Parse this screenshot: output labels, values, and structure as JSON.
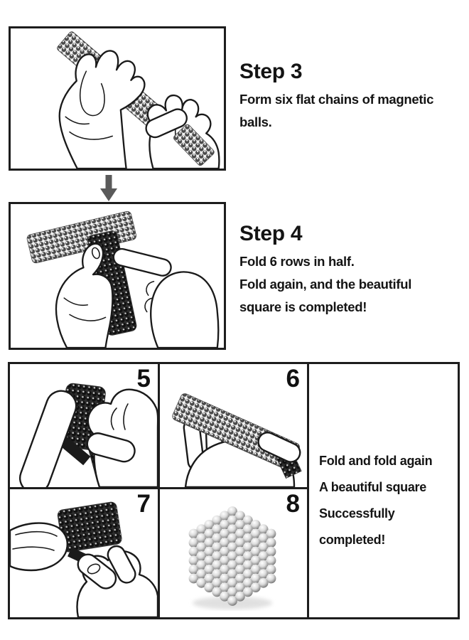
{
  "step3": {
    "title": "Step 3",
    "line1": "Form six flat chains of magnetic balls."
  },
  "step4": {
    "title": "Step 4",
    "line1": "Fold 6 rows in half.",
    "line2": "Fold again, and the beautiful",
    "line3": "square is completed!"
  },
  "panels": {
    "n5": "5",
    "n6": "6",
    "n7": "7",
    "n8": "8"
  },
  "caption": {
    "line1": "Fold and fold again",
    "line2": "A beautiful square",
    "line3": "Successfully completed!"
  },
  "colors": {
    "frame_border": "#1d1d1d",
    "arrow": "#5a5a5a",
    "text": "#141414",
    "ball_dark": "#3f3f3f"
  },
  "icons": {
    "down_arrow": "down-arrow"
  }
}
